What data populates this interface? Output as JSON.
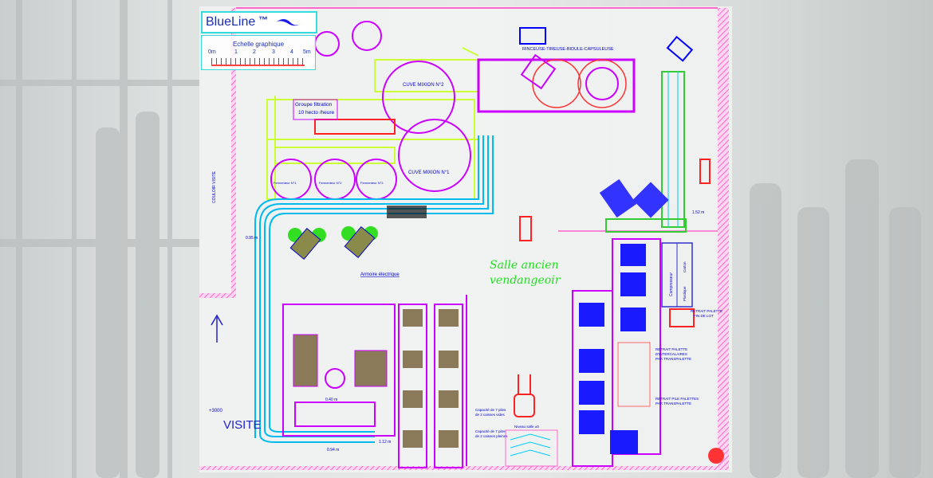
{
  "logo": {
    "brand": "BlueLine",
    "tm": "™"
  },
  "scale": {
    "title": "Echelle graphique",
    "ticks": [
      "0m",
      "1",
      "2",
      "3",
      "4",
      "5m"
    ]
  },
  "labels": {
    "tank2": "CUVE MIXION N°2",
    "tank1": "CUVE MIXION N°1",
    "filtration_1": "Groupe filtration",
    "filtration_2": "10 hecto /heure",
    "ferm1": "Fermenteur N°1",
    "ferm2": "Fermenteur N°2",
    "ferm3": "Fermenteur N°3",
    "machine": "RINCEUSE-TIREUSE-BIDULE-CAPSULEUSE",
    "room_1": "Salle ancien",
    "room_2": "vendangeoir",
    "electrical": "Armoire électrique",
    "visit": "VISITE",
    "level_visit": "+3000",
    "corridor": "COULOIR VISITE",
    "dim_095": "0.95 m",
    "dim_112": "1.12 m",
    "dim_152": "1.52 m",
    "dim_094": "0.94 m",
    "dim_040": "0.40 m",
    "level_room": "Niveau salle ±0",
    "cap_empty_1": "Capacité de 7 piles",
    "cap_empty_2": "de 2 caisses vides",
    "cap_full_1": "Capacité de 7 piles",
    "cap_full_2": "de 2 caisses pleines",
    "pallet_end_1": "RETRAIT PALETTE",
    "pallet_end_2": "FIN DE LOT",
    "pallet_inter_1": "RETRAIT PALETTE",
    "pallet_inter_2": "D'INTERCALAIRES",
    "pallet_inter_3": "PAR TRANSPALETTE",
    "pallet_stack_1": "RETRAIT PILE PALETTES",
    "pallet_stack_2": "PAR TRANSPALETTE",
    "compressor": "Compresseur",
    "carton": "Carton",
    "plastic": "Plastique"
  },
  "colors": {
    "wall": "#ff66cc",
    "equipment": "#cc00ff",
    "conveyor": "#00ccff",
    "pipe": "#ccff33",
    "pallet": "#0000ff",
    "accent": "#ff2222",
    "room_text": "#22dd22"
  }
}
